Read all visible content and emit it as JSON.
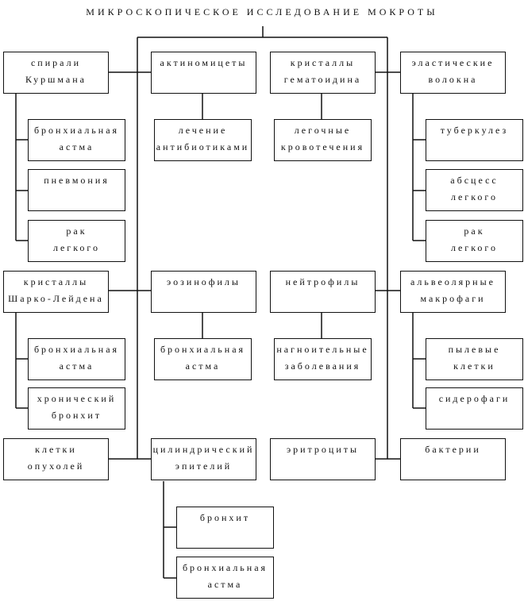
{
  "title": "МИКРОСКОПИЧЕСКОЕ ИССЛЕДОВАНИЕ МОКРОТЫ",
  "nodes": {
    "spirals": "спирали\nКуршмана",
    "spirals_c1": "бронхиальная\nастма",
    "spirals_c2": "пневмония",
    "spirals_c3": "рак\nлегкого",
    "actino": "актиномицеты",
    "actino_c1": "лечение\nантибиотиками",
    "hemato": "кристаллы\nгематоидина",
    "hemato_c1": "легочные\nкровотечения",
    "elastic": "эластические\nволокна",
    "elastic_c1": "туберкулез",
    "elastic_c2": "абсцесс\nлегкого",
    "elastic_c3": "рак\nлегкого",
    "charcot": "кристаллы\nШарко-Лейдена",
    "charcot_c1": "бронхиальная\nастма",
    "charcot_c2": "хронический\nбронхит",
    "eos": "эозинофилы",
    "eos_c1": "бронхиальная\nастма",
    "neut": "нейтрофилы",
    "neut_c1": "нагноительные\nзаболевания",
    "alv": "альвеолярные\nмакрофаги",
    "alv_c1": "пылевые\nклетки",
    "alv_c2": "сидерофаги",
    "tumor": "клетки\nопухолей",
    "cyl": "цилиндрический\nэпителий",
    "cyl_c1": "бронхит",
    "cyl_c2": "бронхиальная\nастма",
    "ery": "эритроциты",
    "bact": "бактерии"
  }
}
